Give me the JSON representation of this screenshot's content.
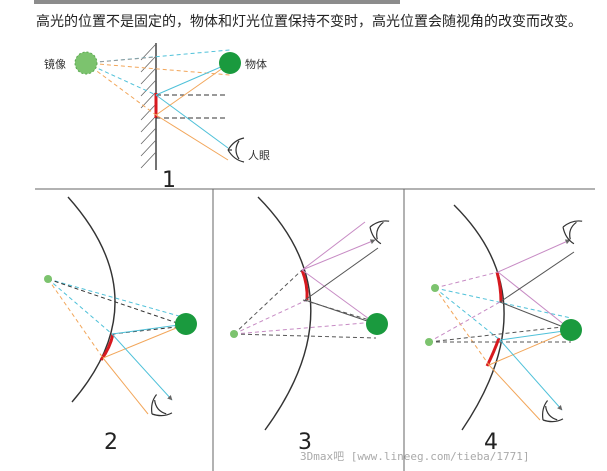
{
  "caption": "高光的位置不是固定的，物体和灯光位置保持不变时，高光位置会随视角的改变而改变。",
  "panel1": {
    "number": "1",
    "mirror_label": "镜像",
    "object_label": "物体",
    "eye_label": "人眼"
  },
  "panel2": {
    "number": "2"
  },
  "panel3": {
    "number": "3"
  },
  "panel4": {
    "number": "4"
  },
  "watermark": "3Dmax吧 [www.lineeg.com/tieba/1771]",
  "colors": {
    "object": "#1a9a3e",
    "mirror_image": "#7cc36e",
    "highlight": "#d7191f",
    "cyan": "#4fc1d9",
    "orange": "#f2a65a",
    "purple": "#c78bc4",
    "dark": "#555555",
    "separator": "#666666"
  },
  "icons": [
    "eye-icon"
  ]
}
